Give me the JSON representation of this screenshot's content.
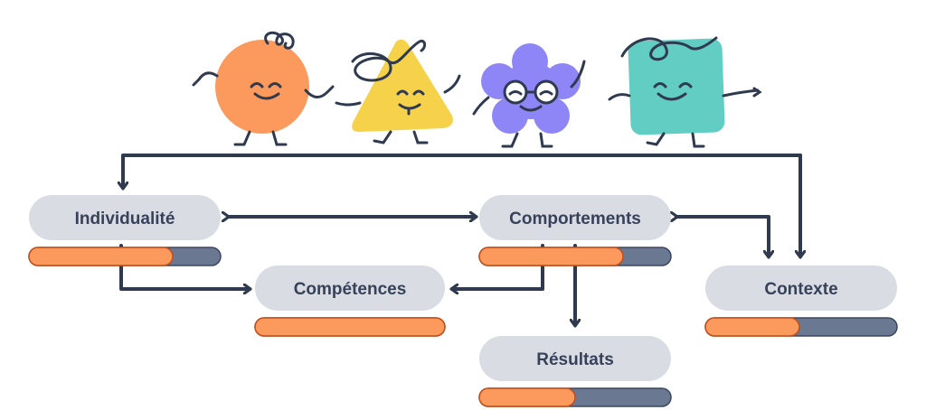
{
  "nodes": {
    "individualite": {
      "label": "Individualité",
      "progress": 0.75
    },
    "comportements": {
      "label": "Comportements",
      "progress": 0.75
    },
    "competences": {
      "label": "Compétences",
      "progress": 1.0
    },
    "contexte": {
      "label": "Contexte",
      "progress": 0.49
    },
    "resultats": {
      "label": "Résultats",
      "progress": 0.5
    }
  },
  "characters": [
    "orange-circle-character",
    "yellow-triangle-character",
    "purple-flower-character",
    "teal-square-character"
  ],
  "colors": {
    "pill": "#d9dde3",
    "text": "#37425a",
    "line": "#2f3a4f",
    "bar_fill": "#fb9a5c",
    "bar_track": "#6b7891",
    "bar_outline": "#c44d17",
    "orange": "#fb9a5c",
    "yellow": "#f6d24a",
    "purple": "#8e86f6",
    "teal": "#62cdc3"
  }
}
